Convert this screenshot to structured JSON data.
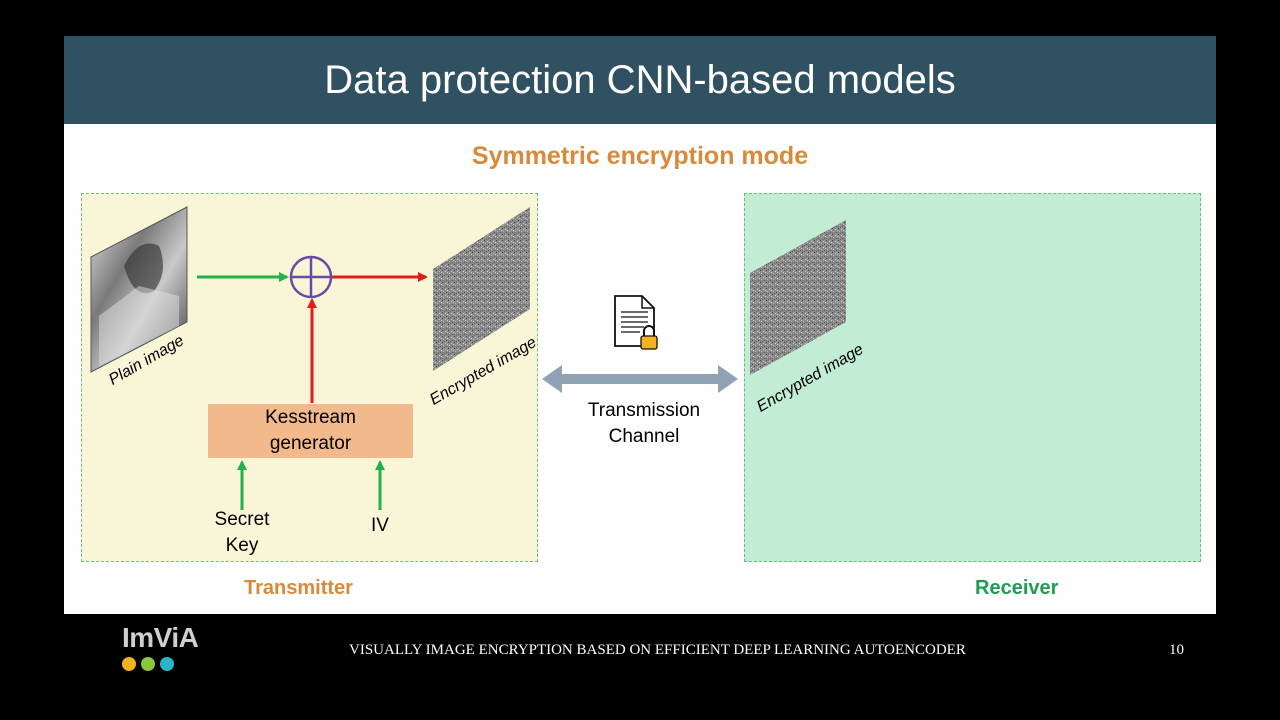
{
  "slide": {
    "title": "Data protection CNN-based models",
    "subtitle": "Symmetric encryption mode"
  },
  "transmitter": {
    "label": "Transmitter",
    "plain_image_label": "Plain image",
    "encrypted_image_label": "Encrypted image",
    "keystream_line1": "Kesstream",
    "keystream_line2": "generator",
    "secret_key_line1": "Secret",
    "secret_key_line2": "Key",
    "iv_label": "IV"
  },
  "channel": {
    "line1": "Transmission",
    "line2": "Channel",
    "icon": "locked-document-icon"
  },
  "receiver": {
    "label": "Receiver",
    "encrypted_image_label": "Encrypted image"
  },
  "footer": {
    "logo": "ImViA",
    "text": "VISUALLY IMAGE ENCRYPTION BASED ON EFFICIENT DEEP LEARNING AUTOENCODER",
    "page": "10"
  },
  "colors": {
    "title_bar": "#2f5161",
    "transmitter_accent": "#d88a3a",
    "receiver_accent": "#1f9c52",
    "green_arrow": "#22b24c",
    "red_arrow": "#e01b1b",
    "xor_circle": "#6a4aa6",
    "channel_arrow": "#8fa3b4",
    "logo_dots": [
      "#f2b322",
      "#8cc63f",
      "#2bb5c8"
    ]
  }
}
